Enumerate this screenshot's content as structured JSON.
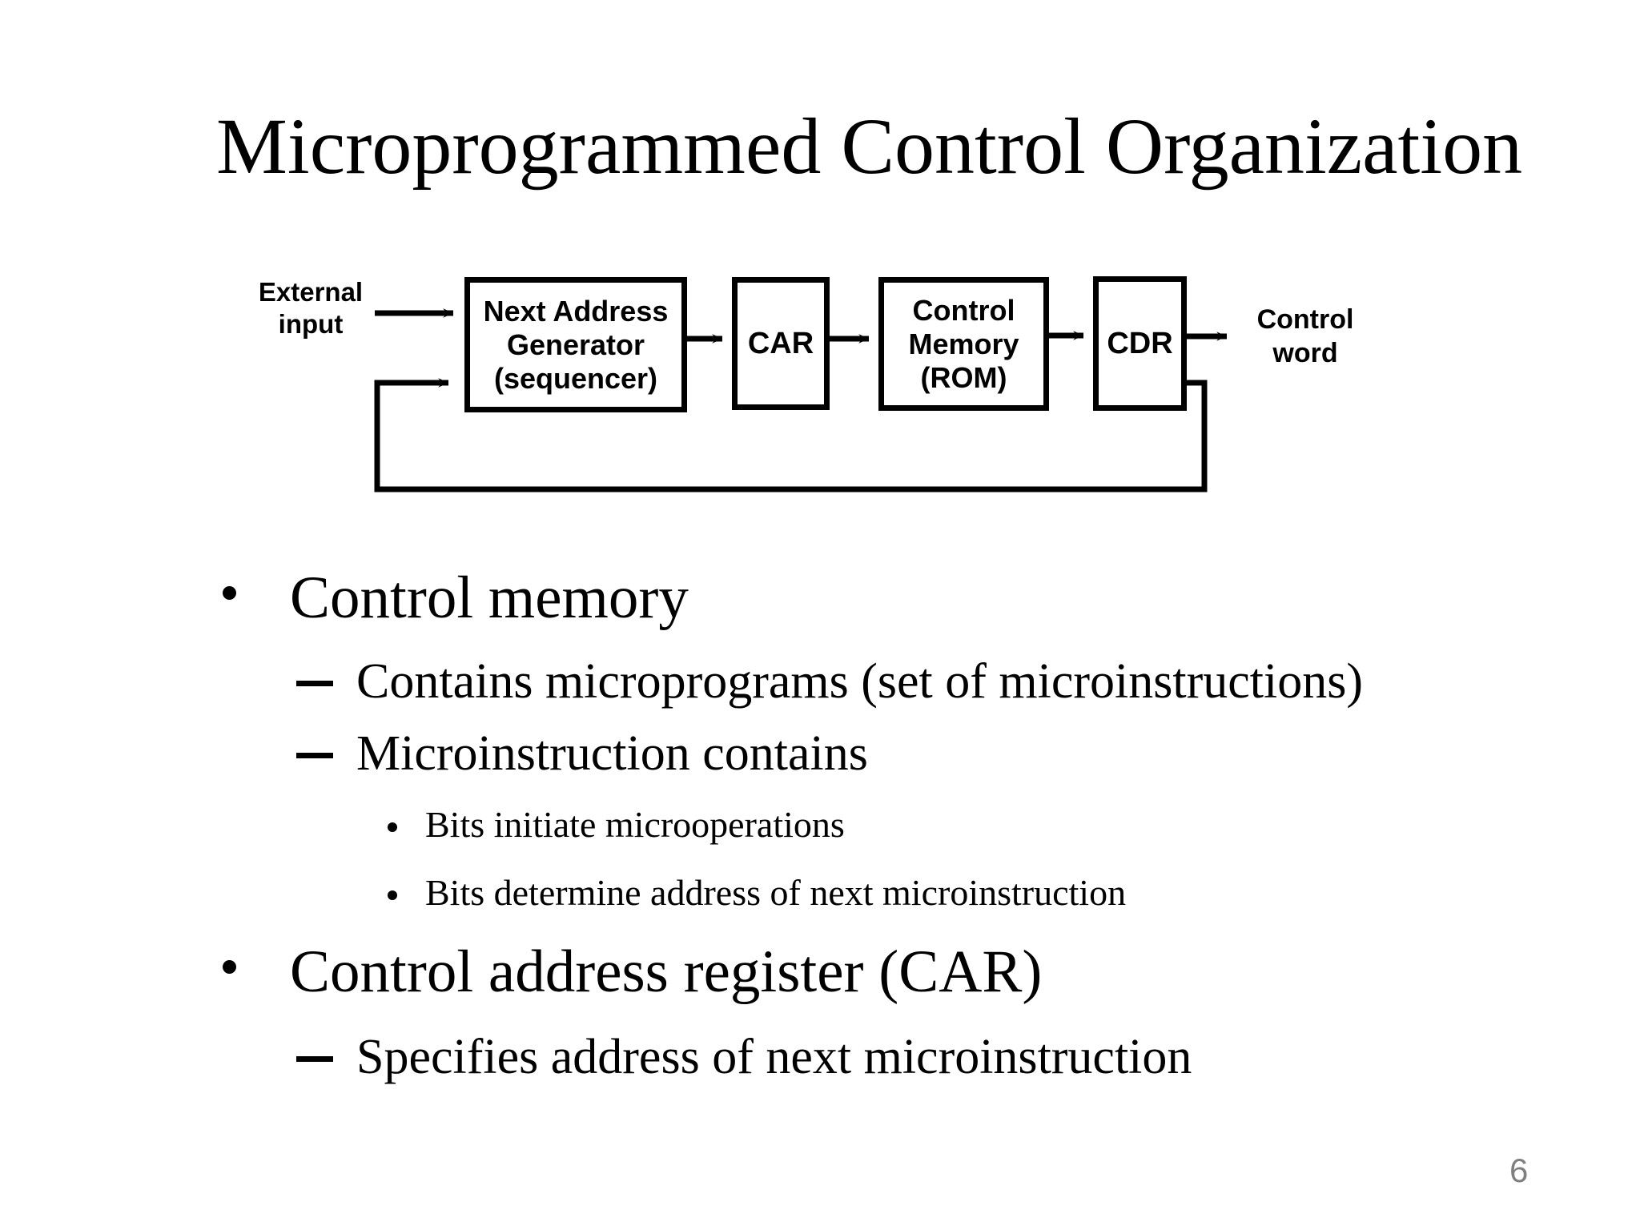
{
  "slide": {
    "title": "Microprogrammed Control Organization",
    "page_number": "6",
    "background_color": "#ffffff",
    "text_color": "#000000",
    "page_number_color": "#7f7f7f"
  },
  "diagram": {
    "line_color": "#000000",
    "external_input": {
      "line1": "External",
      "line2": "input"
    },
    "boxes": {
      "next_address_generator": {
        "lines": [
          "Next Address",
          "Generator",
          "(sequencer)"
        ]
      },
      "car": {
        "label": "CAR"
      },
      "control_memory": {
        "lines": [
          "Control",
          "Memory",
          "(ROM)"
        ]
      },
      "cdr": {
        "label": "CDR"
      }
    },
    "output_label": {
      "line1": "Control",
      "line2": "word"
    }
  },
  "bullets": [
    {
      "level": 1,
      "text": "Control memory"
    },
    {
      "level": 2,
      "text": "Contains microprograms (set of microinstructions)"
    },
    {
      "level": 2,
      "text": "Microinstruction contains"
    },
    {
      "level": 3,
      "text": "Bits initiate microoperations"
    },
    {
      "level": 3,
      "text": "Bits determine address of next microinstruction"
    },
    {
      "level": 1,
      "text": "Control address register (CAR)"
    },
    {
      "level": 2,
      "text": "Specifies address of next microinstruction"
    }
  ]
}
